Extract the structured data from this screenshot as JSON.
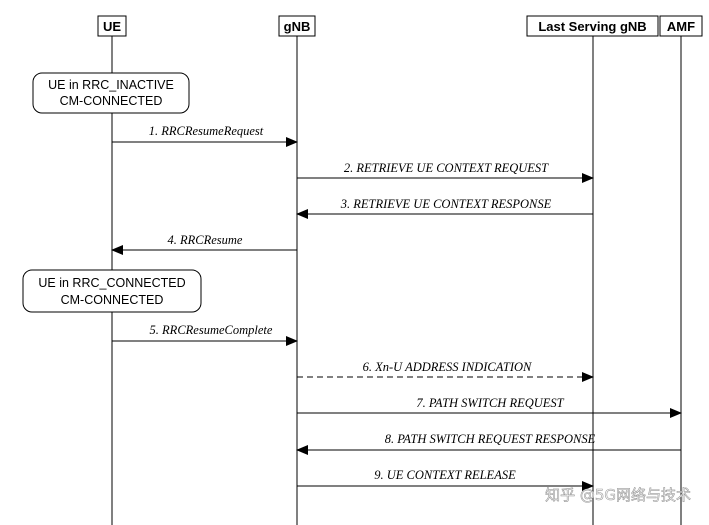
{
  "diagram": {
    "nodes": {
      "ue": "UE",
      "gnb": "gNB",
      "last_gnb": "Last Serving gNB",
      "amf": "AMF"
    },
    "states": [
      {
        "lines": [
          "UE in RRC_INACTIVE",
          "CM-CONNECTED"
        ]
      },
      {
        "lines": [
          "UE in RRC_CONNECTED",
          "CM-CONNECTED"
        ]
      }
    ],
    "messages": [
      {
        "label": "1. RRCResumeRequest",
        "from": "ue",
        "to": "gnb",
        "style": "solid"
      },
      {
        "label": "2. RETRIEVE UE CONTEXT REQUEST",
        "from": "gnb",
        "to": "last_gnb",
        "style": "solid"
      },
      {
        "label": "3. RETRIEVE UE CONTEXT RESPONSE",
        "from": "last_gnb",
        "to": "gnb",
        "style": "solid"
      },
      {
        "label": "4. RRCResume",
        "from": "gnb",
        "to": "ue",
        "style": "solid"
      },
      {
        "label": "5. RRCResumeComplete",
        "from": "ue",
        "to": "gnb",
        "style": "solid"
      },
      {
        "label": "6. Xn-U ADDRESS INDICATION",
        "from": "gnb",
        "to": "last_gnb",
        "style": "dashed"
      },
      {
        "label": "7. PATH SWITCH REQUEST",
        "from": "gnb",
        "to": "amf",
        "style": "solid"
      },
      {
        "label": "8. PATH SWITCH REQUEST RESPONSE",
        "from": "amf",
        "to": "gnb",
        "style": "solid"
      },
      {
        "label": "9. UE CONTEXT RELEASE",
        "from": "gnb",
        "to": "last_gnb",
        "style": "solid"
      }
    ]
  },
  "watermark": "知乎 @5G网络与技术"
}
